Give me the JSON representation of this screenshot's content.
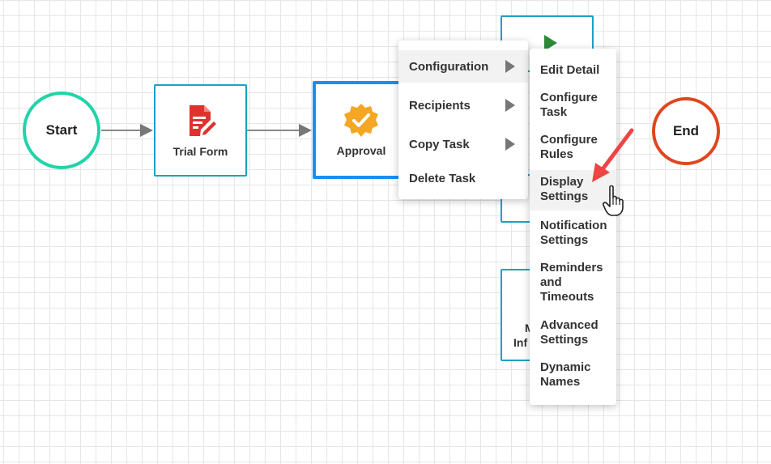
{
  "workflow": {
    "start_label": "Start",
    "end_label": "End",
    "tasks": {
      "trial_form": "Trial Form",
      "approval": "Approval"
    },
    "partial_letters": {
      "bottom_line1": "M",
      "bottom_line2": "Inf"
    }
  },
  "context_menu": {
    "items": [
      {
        "label": "Configuration",
        "has_submenu": true
      },
      {
        "label": "Recipients",
        "has_submenu": true
      },
      {
        "label": "Copy Task",
        "has_submenu": true
      },
      {
        "label": "Delete Task",
        "has_submenu": false
      }
    ]
  },
  "submenu": {
    "items": [
      {
        "line1": "Edit Detail",
        "line2": "",
        "line3": ""
      },
      {
        "line1": "Configure",
        "line2": "Task",
        "line3": ""
      },
      {
        "line1": "Configure",
        "line2": "Rules",
        "line3": ""
      },
      {
        "line1": "Display",
        "line2": "Settings",
        "line3": ""
      },
      {
        "line1": "Notification",
        "line2": "Settings",
        "line3": ""
      },
      {
        "line1": "Reminders",
        "line2": "and",
        "line3": "Timeouts"
      },
      {
        "line1": "Advanced",
        "line2": "Settings",
        "line3": ""
      },
      {
        "line1": "Dynamic",
        "line2": "Names",
        "line3": ""
      }
    ],
    "highlighted": "Display Settings"
  },
  "colors": {
    "start_border": "#22d3a8",
    "end_border": "#e0461e",
    "task_border": "#1ba1c6",
    "selected_border": "#1c8ef0",
    "form_icon": "#e0322d",
    "approval_icon": "#f5a623",
    "pointer_arrow": "#ef4444",
    "grid": "#e6e6e6"
  },
  "icons": {
    "trial_form": "form-document-icon",
    "approval": "approval-badge-icon",
    "partial_top": "play-icon",
    "cursor": "hand-pointer-icon",
    "annotation": "red-arrow-icon"
  }
}
